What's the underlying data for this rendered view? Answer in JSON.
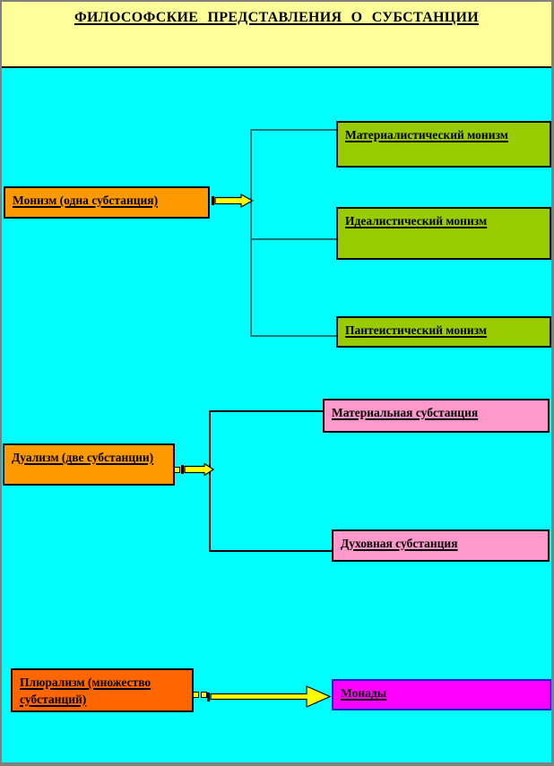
{
  "header": {
    "title": "ФИЛОСОФСКИЕ ПРЕДСТАВЛЕНИЯ О СУБСТАНЦИИ",
    "background": "#FFFF99"
  },
  "colors": {
    "canvas_background": "#00FFFF",
    "frame_border": "#808080",
    "arrow_fill": "#FFFF00",
    "node_border": "#000000",
    "monads_border": "#2222CC"
  },
  "diagram": {
    "sections": [
      {
        "name": "monism",
        "connector_color": "#0E7474",
        "source": {
          "label": "Монизм (одна субстанция)",
          "fill": "#FF9900"
        },
        "targets": [
          {
            "label": "Материалистический монизм",
            "fill": "#99CC00"
          },
          {
            "label": "Идеалистический монизм",
            "fill": "#99CC00"
          },
          {
            "label": "Пантеистический монизм",
            "fill": "#99CC00"
          }
        ]
      },
      {
        "name": "dualism",
        "connector_color": "#000000",
        "source": {
          "label": "Дуализм (две субстанции)",
          "fill": "#FF9900"
        },
        "targets": [
          {
            "label": "Материальная субстанция",
            "fill": "#FF99CC"
          },
          {
            "label": "Духовная субстанция",
            "fill": "#FF99CC"
          }
        ]
      },
      {
        "name": "pluralism",
        "connector_color": "#000000",
        "source": {
          "label": "Плюрализм (множество субстанций)",
          "fill": "#FF6600"
        },
        "targets": [
          {
            "label": "Монады",
            "fill": "#FF00FF"
          }
        ]
      }
    ]
  }
}
